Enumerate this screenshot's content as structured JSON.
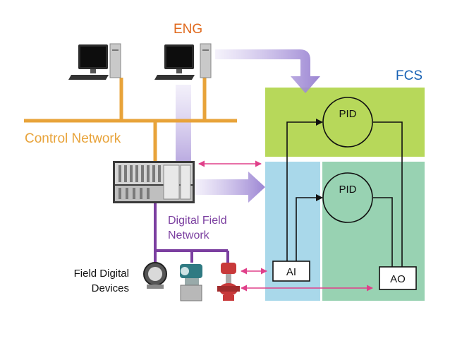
{
  "labels": {
    "eng": "ENG",
    "fcs": "FCS",
    "control_network": "Control Network",
    "digital_field_network_line1": "Digital Field",
    "digital_field_network_line2": "Network",
    "field_devices_line1": "Field Digital",
    "field_devices_line2": "Devices"
  },
  "blocks": {
    "pid_top": "PID",
    "pid_bottom": "PID",
    "ai": "AI",
    "ao": "AO"
  },
  "colors": {
    "control_network": "#E8A33A",
    "eng_text": "#E06A1E",
    "fcs_text": "#1A63B5",
    "field_network": "#7B3FA0",
    "arrow": "#A58ED6",
    "fcs_top": "#B7D85A",
    "fcs_left": "#A9D8EA",
    "fcs_right": "#98D2B2",
    "link_arrow": "#E0408A"
  }
}
